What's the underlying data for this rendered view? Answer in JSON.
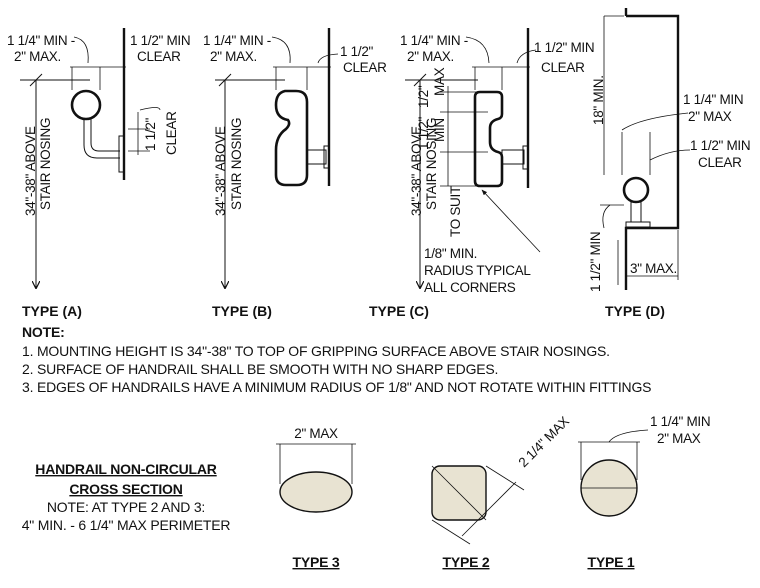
{
  "details": {
    "a": {
      "type_label": "TYPE (A)",
      "top_label_l1": "1 1/4\" MIN -",
      "top_label_l2": "2\" MAX.",
      "clear_l1": "1 1/2\" MIN",
      "clear_l2": "CLEAR",
      "height_l1": "34\"-38\" ABOVE",
      "height_l2": "STAIR NOSING",
      "side_l1": "1 1/2\"",
      "side_l2": "CLEAR"
    },
    "b": {
      "type_label": "TYPE (B)",
      "top_label_l1": "1 1/4\" MIN -",
      "top_label_l2": "2\" MAX.",
      "clear_l1": "1 1/2\"",
      "clear_l2": "CLEAR",
      "height_l1": "34\"-38\" ABOVE",
      "height_l2": "STAIR NOSING"
    },
    "c": {
      "type_label": "TYPE (C)",
      "top_label_l1": "1 1/4\" MIN -",
      "top_label_l2": "2\" MAX.",
      "clear_l1": "1 1/2\" MIN",
      "clear_l2": "CLEAR",
      "height_l1": "34\"-38\" ABOVE",
      "height_l2": "STAIR NOSING",
      "max_l1": "1/2\"",
      "max_l2": "MAX",
      "min_l1": "1 1/2\"",
      "min_l2": "MIN",
      "to_suit": "TO SUIT",
      "radius_l1": "1/8\" MIN.",
      "radius_l2": "RADIUS TYPICAL",
      "radius_l3": "ALL CORNERS"
    },
    "d": {
      "type_label": "TYPE (D)",
      "eighteen_min": "18\" MIN.",
      "size_l1": "1 1/4\" MIN",
      "size_l2": "2\" MAX",
      "clear_l1": "1 1/2\" MIN",
      "clear_l2": "CLEAR",
      "bottom_min": "1 1/2\" MIN",
      "three_max": "3\" MAX."
    }
  },
  "notes": {
    "heading": "NOTE:",
    "items": [
      "1. MOUNTING HEIGHT IS 34\"-38\" TO TOP OF GRIPPING SURFACE ABOVE STAIR NOSINGS.",
      "2. SURFACE OF HANDRAIL SHALL BE SMOOTH WITH NO SHARP EDGES.",
      "3. EDGES OF HANDRAILS HAVE A MINIMUM RADIUS OF 1/8\" AND NOT ROTATE WITHIN FITTINGS"
    ]
  },
  "cross_section": {
    "title_l1": "HANDRAIL NON-CIRCULAR",
    "title_l2": "CROSS SECTION",
    "note_l1": "NOTE: AT TYPE 2 AND 3:",
    "note_l2": "4\" MIN. - 6 1/4\" MAX PERIMETER",
    "type3": {
      "label": "TYPE 3",
      "dim": "2\" MAX"
    },
    "type2": {
      "label": "TYPE 2",
      "dim": "2 1/4\" MAX"
    },
    "type1": {
      "label": "TYPE 1",
      "dim_l1": "1 1/4\" MIN",
      "dim_l2": "2\" MAX"
    }
  },
  "colors": {
    "line": "#111111",
    "section_fill": "#e8e3d2",
    "background": "#ffffff"
  }
}
